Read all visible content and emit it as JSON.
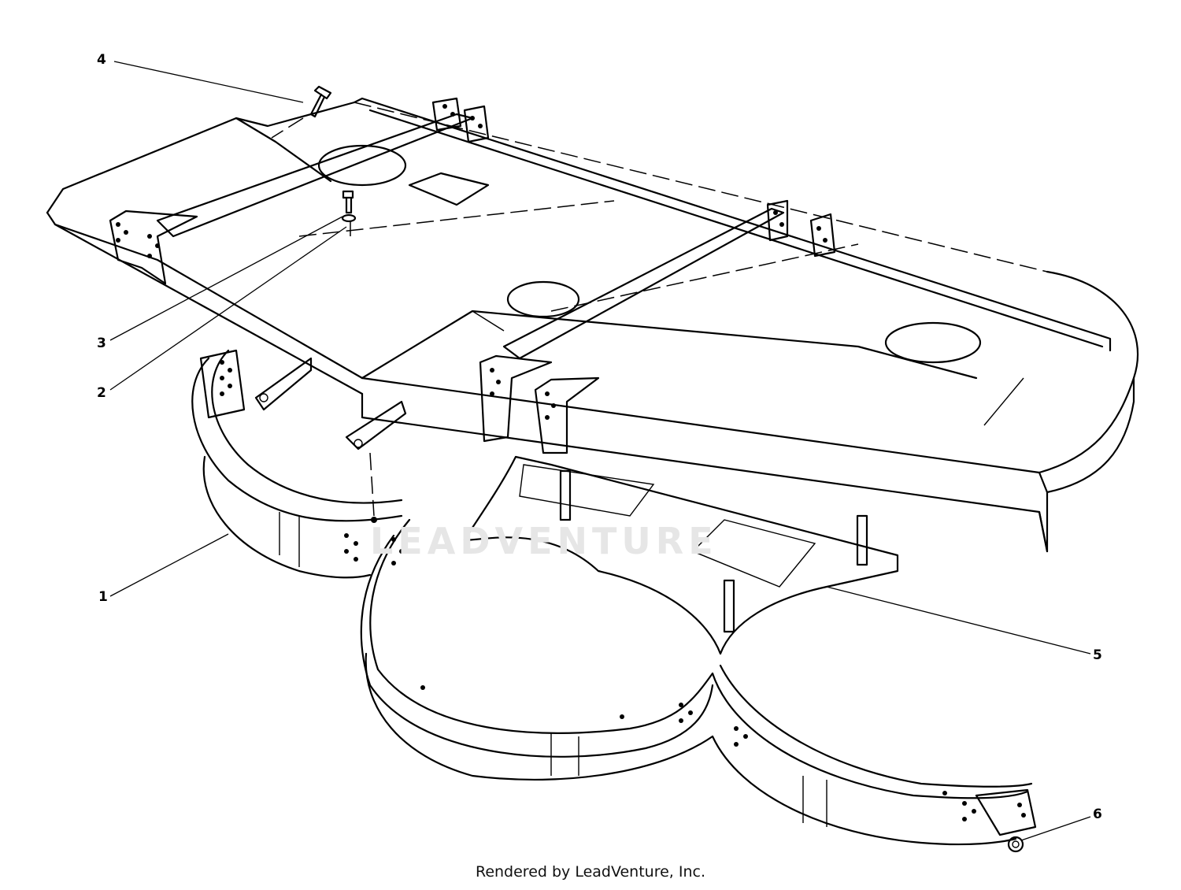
{
  "callouts": {
    "c1": "1",
    "c2": "2",
    "c3": "3",
    "c4": "4",
    "c5": "5",
    "c6": "6"
  },
  "watermark": "LEADVENTURE",
  "footer": "Rendered by LeadVenture, Inc."
}
